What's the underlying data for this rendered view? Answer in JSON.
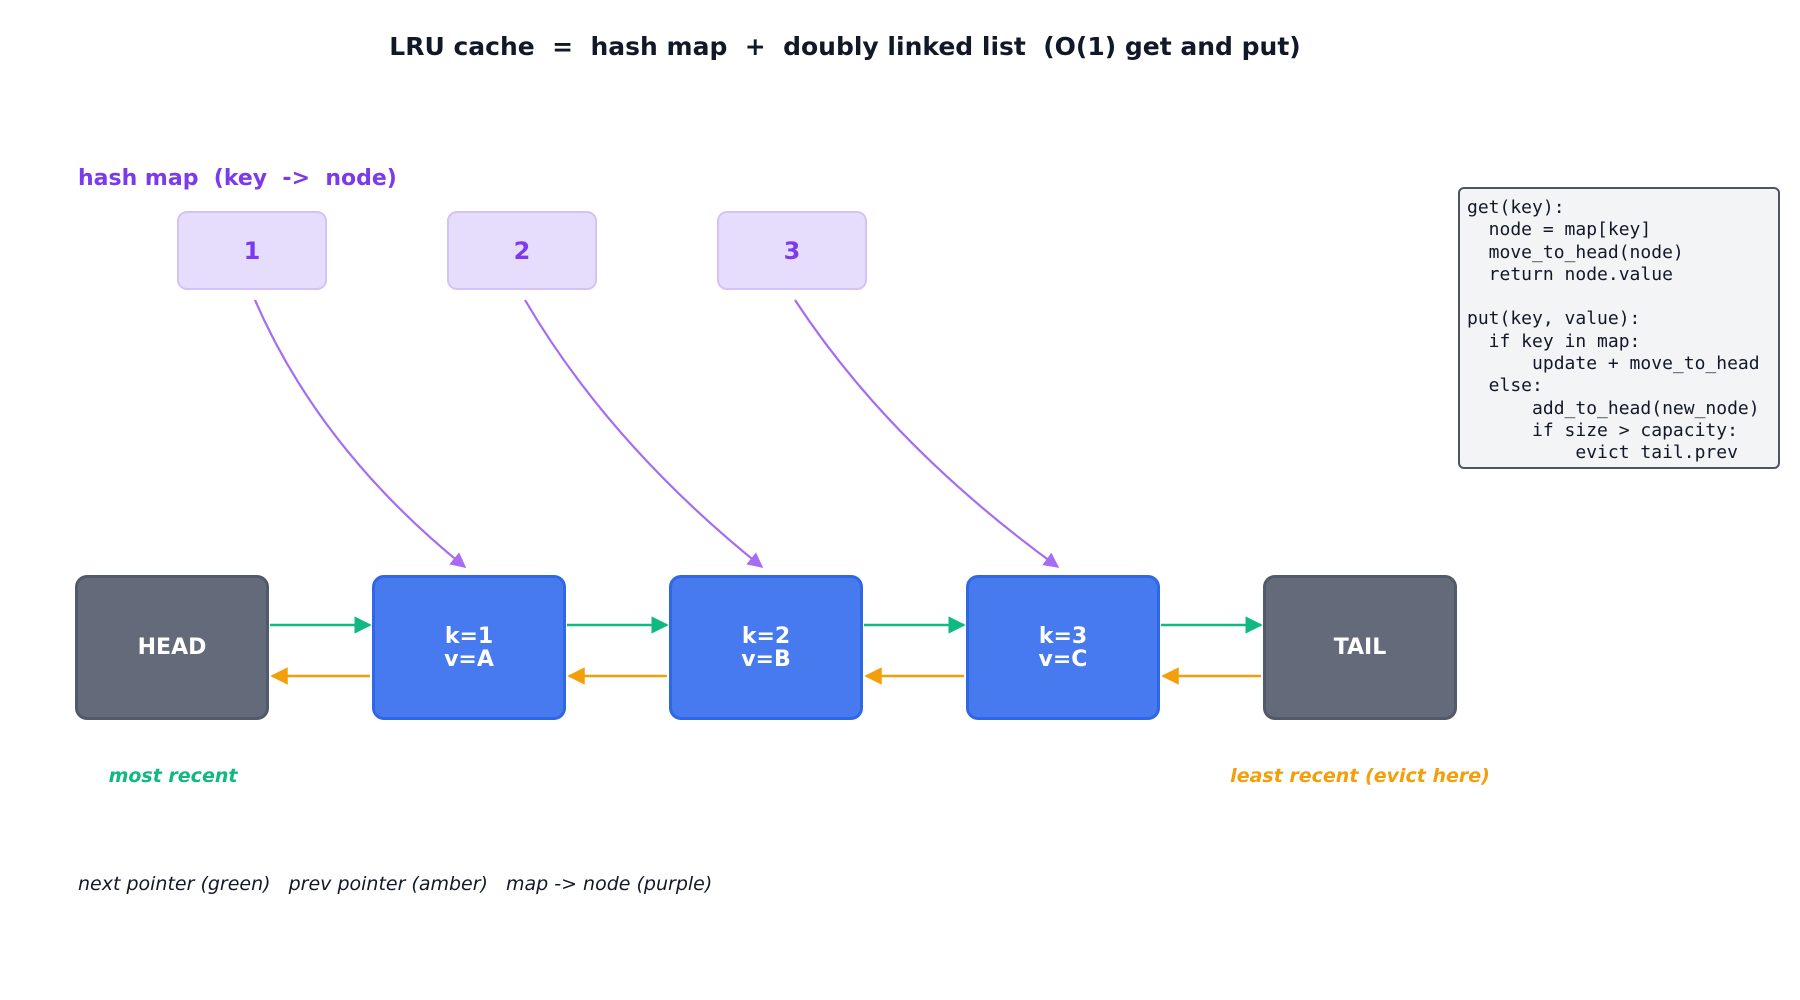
{
  "title": "LRU cache  =  hash map  +  doubly linked list  (O(1) get and put)",
  "hash_map": {
    "label": "hash map  (key  ->  node)",
    "keys": [
      "1",
      "2",
      "3"
    ]
  },
  "list": {
    "head": "HEAD",
    "tail": "TAIL",
    "nodes": [
      {
        "key": "k=1",
        "value": "v=A"
      },
      {
        "key": "k=2",
        "value": "v=B"
      },
      {
        "key": "k=3",
        "value": "v=C"
      }
    ]
  },
  "captions": {
    "most_recent": "most recent",
    "least_recent": "least recent (evict here)"
  },
  "legend": {
    "next": "next pointer (green)",
    "prev": "prev pointer (amber)",
    "map": "map -> node (purple)"
  },
  "code": [
    "get(key):",
    "  node = map[key]",
    "  move_to_head(node)",
    "  return node.value",
    "",
    "put(key, value):",
    "  if key in map:",
    "      update + move_to_head",
    "  else:",
    "      add_to_head(new_node)",
    "      if size > capacity:",
    "          evict tail.prev"
  ],
  "colors": {
    "next_pointer": "#10b981",
    "prev_pointer": "#f59e0b",
    "map_pointer": "#a66cf2",
    "sentinel_node": "#636b7b",
    "data_node": "#477aee",
    "key_box": "#e6dcfb"
  }
}
